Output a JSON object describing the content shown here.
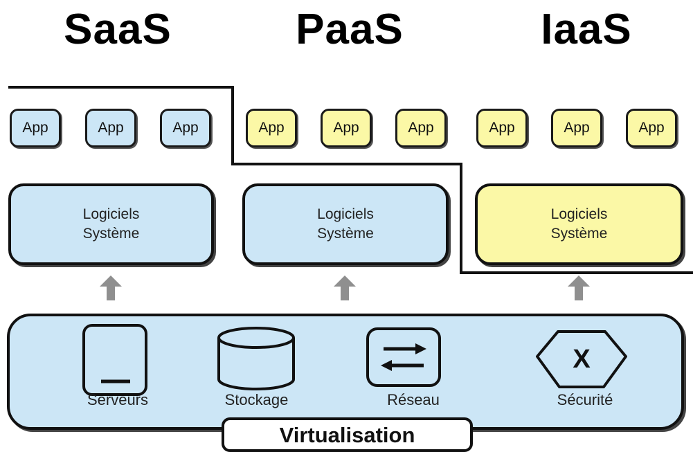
{
  "headings": {
    "saas": "SaaS",
    "paas": "PaaS",
    "iaas": "IaaS"
  },
  "colors": {
    "blue_fill": "#cce6f6",
    "yellow_fill": "#fbf8a6",
    "outline": "#111111",
    "arrow": "#8f8f8f"
  },
  "saas": {
    "apps": [
      "App",
      "App",
      "App"
    ],
    "software": {
      "line1": "Logiciels",
      "line2": "Système"
    }
  },
  "paas": {
    "apps": [
      "App",
      "App",
      "App"
    ],
    "software": {
      "line1": "Logiciels",
      "line2": "Système"
    }
  },
  "iaas": {
    "apps": [
      "App",
      "App",
      "App"
    ],
    "software": {
      "line1": "Logiciels",
      "line2": "Système"
    }
  },
  "infrastructure": {
    "resources": [
      {
        "label": "Serveurs",
        "icon": "server-icon"
      },
      {
        "label": "Stockage",
        "icon": "storage-cylinder-icon"
      },
      {
        "label": "Réseau",
        "icon": "network-arrows-icon"
      },
      {
        "label": "Sécurité",
        "icon": "security-pentagon-icon"
      }
    ],
    "security_glyph": "X",
    "virtualization_label": "Virtualisation"
  }
}
